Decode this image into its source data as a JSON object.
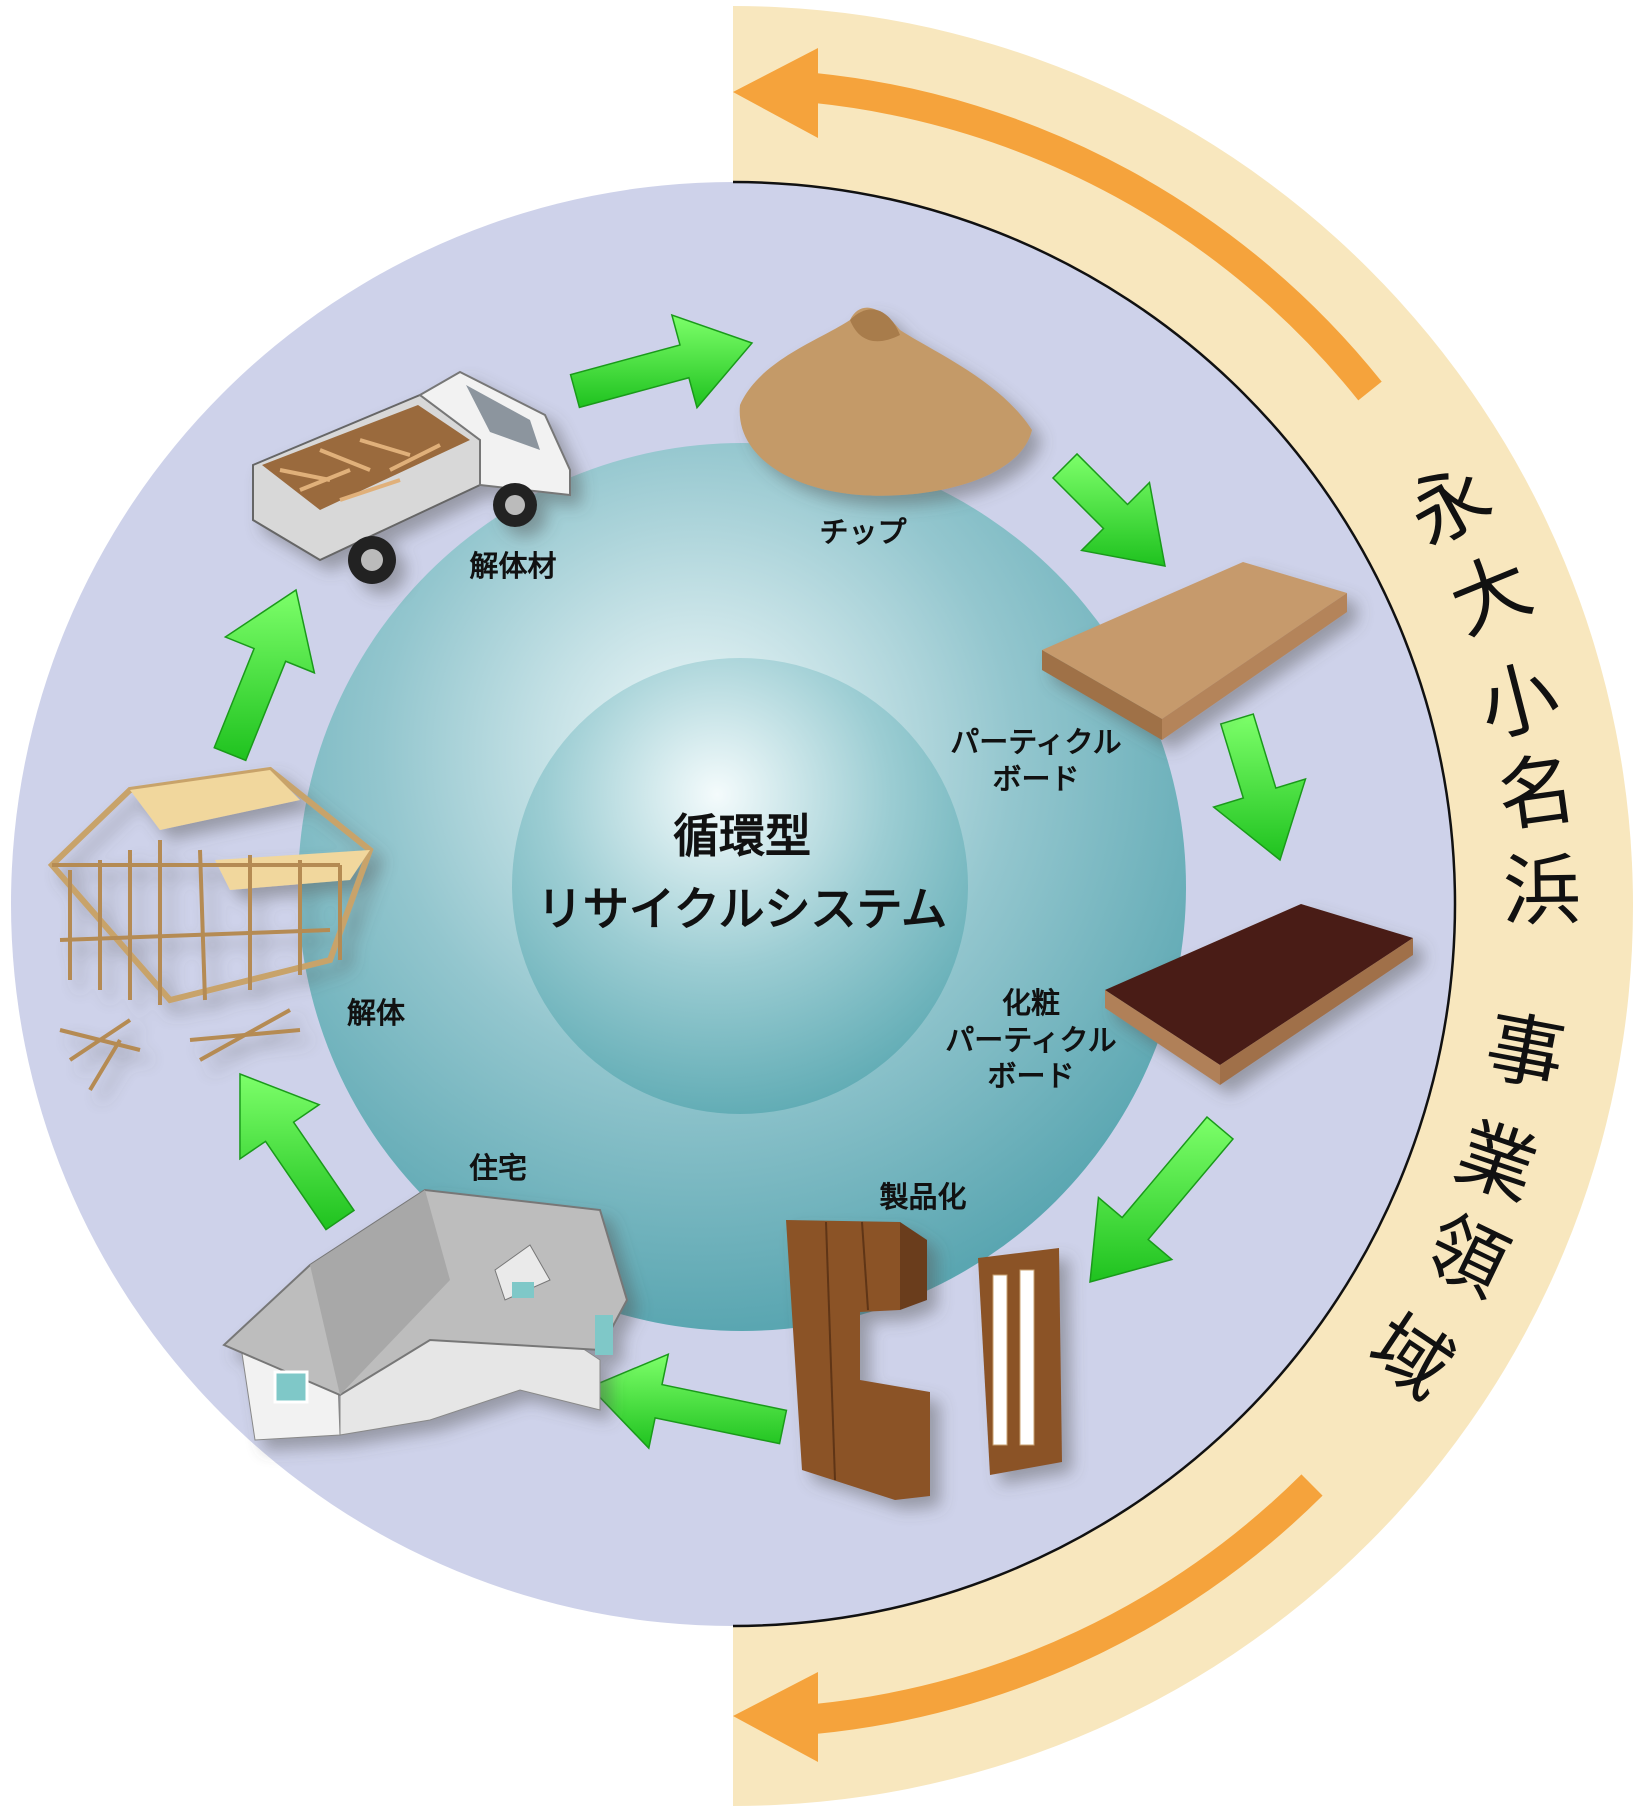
{
  "center": {
    "line1": "循環型",
    "line2": "リサイクルシステム"
  },
  "band_title": "永大小名浜 事業領域",
  "stages": {
    "demolition_wood": "解体材",
    "chip": "チップ",
    "particle_board": [
      "パーティクル",
      "ボード"
    ],
    "decor_board": [
      "化粧",
      "パーティクル",
      "ボード"
    ],
    "products": "製品化",
    "house": "住宅",
    "demolition": "解体"
  },
  "colors": {
    "band": "#f8e7be",
    "outer_ring": "#ced2ea",
    "teal": "#5eaab4",
    "cycle_arrow": "#33e033",
    "business_arrow": "#f5a33c"
  }
}
